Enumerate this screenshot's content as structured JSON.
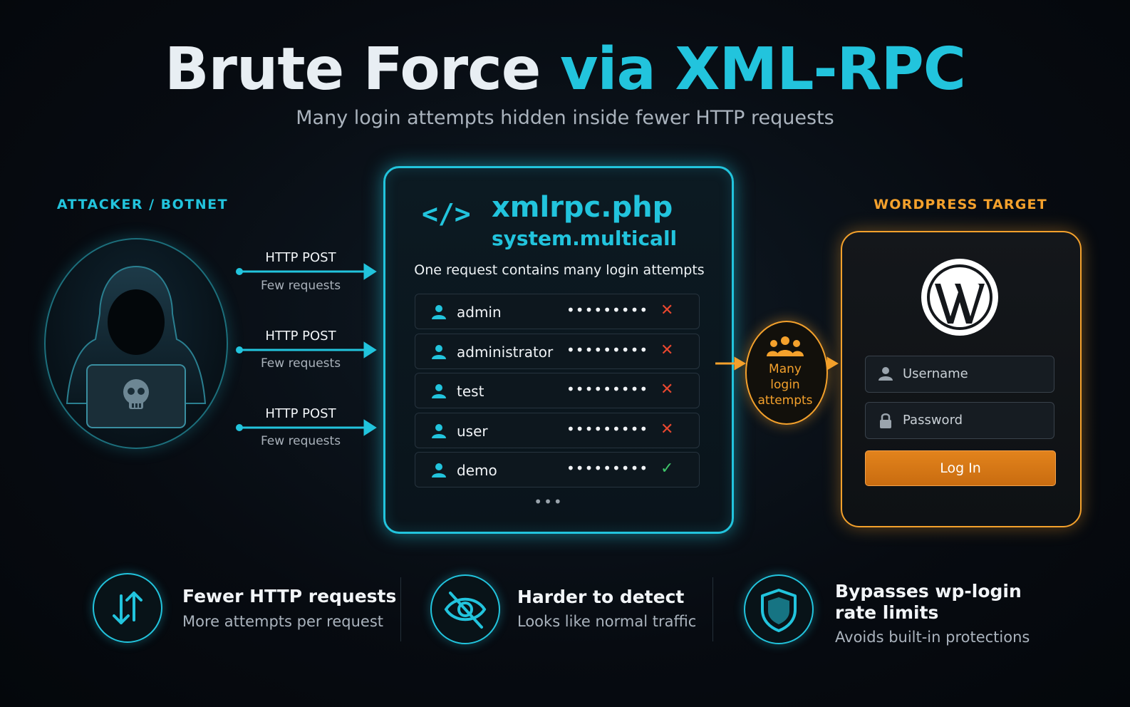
{
  "header": {
    "title_main": "Brute Force",
    "title_accent": "via XML-RPC",
    "subtitle": "Many login attempts hidden inside fewer HTTP requests"
  },
  "attacker": {
    "label": "ATTACKER / BOTNET",
    "icon": "hooded-hacker-with-skull-laptop"
  },
  "requests": [
    {
      "label": "HTTP POST",
      "sub": "Few requests"
    },
    {
      "label": "HTTP POST",
      "sub": "Few requests"
    },
    {
      "label": "HTTP POST",
      "sub": "Few requests"
    }
  ],
  "xmlrpc": {
    "file": "xmlrpc.php",
    "method": "system.multicall",
    "description": "One request contains many login attempts",
    "rows": [
      {
        "user": "admin",
        "password": "•••••••••",
        "status": "✕",
        "result": "fail"
      },
      {
        "user": "administrator",
        "password": "•••••••••",
        "status": "✕",
        "result": "fail"
      },
      {
        "user": "test",
        "password": "•••••••••",
        "status": "✕",
        "result": "fail"
      },
      {
        "user": "user",
        "password": "•••••••••",
        "status": "✕",
        "result": "fail"
      },
      {
        "user": "demo",
        "password": "•••••••••",
        "status": "✓",
        "result": "success"
      }
    ],
    "more": "•••"
  },
  "attempts": {
    "line1": "Many",
    "line2": "login",
    "line3": "attempts"
  },
  "target": {
    "label": "WORDPRESS TARGET",
    "username_placeholder": "Username",
    "password_placeholder": "Password",
    "login_button": "Log In"
  },
  "features": [
    {
      "title": "Fewer HTTP requests",
      "desc": "More attempts per request",
      "icon": "up-down-arrows-icon"
    },
    {
      "title": "Harder to detect",
      "desc": "Looks like normal traffic",
      "icon": "eye-slash-icon"
    },
    {
      "title_line1": "Bypasses wp-login",
      "title_line2": "rate limits",
      "desc": "Avoids built-in protections",
      "icon": "shield-icon"
    }
  ],
  "colors": {
    "cyan": "#22c4dd",
    "orange": "#f4a12c",
    "fail": "#e8472f",
    "success": "#3ec66a",
    "background": "#070b11"
  }
}
